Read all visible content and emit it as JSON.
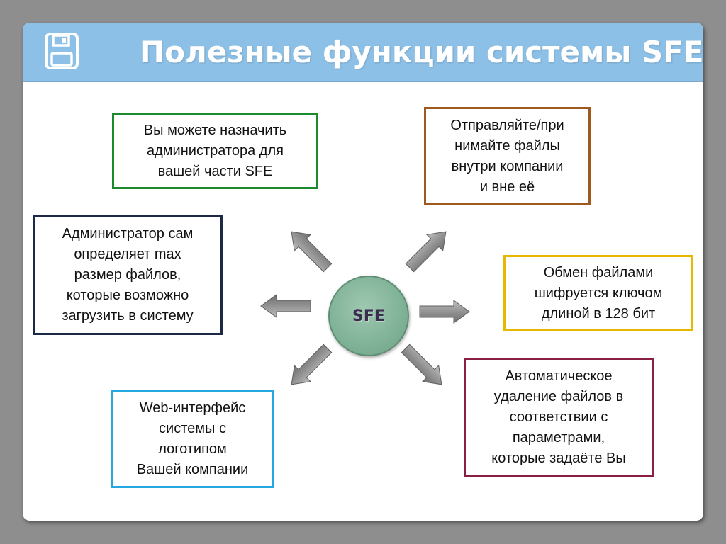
{
  "slide": {
    "title": "Полезные функции системы SFE",
    "center_label": "SFE"
  },
  "boxes": {
    "admin_assign": {
      "text": "Вы можете назначить\nадминистратора для\nвашей части SFE",
      "border_color": "#1e8a2e"
    },
    "send_receive": {
      "text": "Отправляйте/при\nнимайте файлы\nвнутри компании\nи вне её",
      "border_color": "#9c5a1f"
    },
    "max_size": {
      "text": "Администратор сам\nопределяет max\nразмер файлов,\nкоторые возможно\nзагрузить в систему",
      "border_color": "#1d2a45"
    },
    "encryption": {
      "text": "Обмен файлами\nшифруется ключом\nдлиной в 128 бит",
      "border_color": "#e6b800"
    },
    "web_interface": {
      "text": "Web-интерфейс\nсистемы с\nлоготипом\nВашей компании",
      "border_color": "#24a8df"
    },
    "auto_delete": {
      "text": "Автоматическое\nудаление файлов в\nсоответствии с\nпараметрами,\nкоторые задаёте Вы",
      "border_color": "#8a1f45"
    }
  },
  "colors": {
    "header": "#8dc0e6",
    "arrow": "#8f8f8f",
    "circle": "#7fb297"
  },
  "icons": {
    "header_icon": "floppy-disk-icon"
  }
}
